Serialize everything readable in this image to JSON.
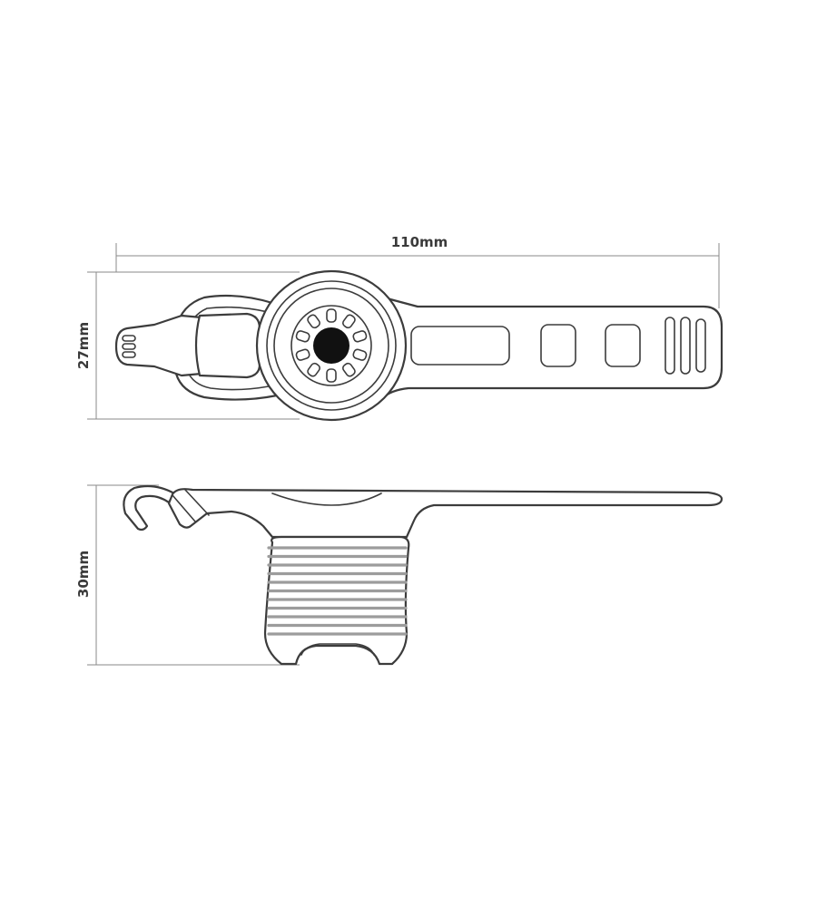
{
  "dimensions": {
    "length": "110mm",
    "height_top_view": "27mm",
    "height_side_view": "30mm"
  },
  "colors": {
    "outline": "#3c3c3c",
    "dimension_line": "#8a8a8a",
    "lens_fill": "#111111",
    "ribs_stroke": "#9c9c9c",
    "background": "#ffffff"
  }
}
